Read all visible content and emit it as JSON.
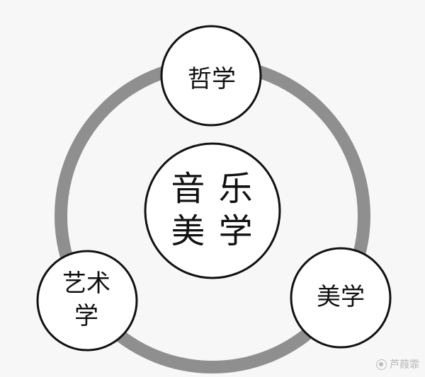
{
  "diagram": {
    "center_node": {
      "label": "音 乐\n美 学"
    },
    "top_node": {
      "label": "哲学"
    },
    "left_node": {
      "label": "艺术\n学"
    },
    "right_node": {
      "label": "美学"
    }
  },
  "watermark": {
    "text": "芦葭霏",
    "icon": "circle-at-icon"
  },
  "colors": {
    "ring": "#8f8f8f",
    "node_fill": "#ffffff",
    "node_stroke": "#111111",
    "text": "#111111"
  }
}
